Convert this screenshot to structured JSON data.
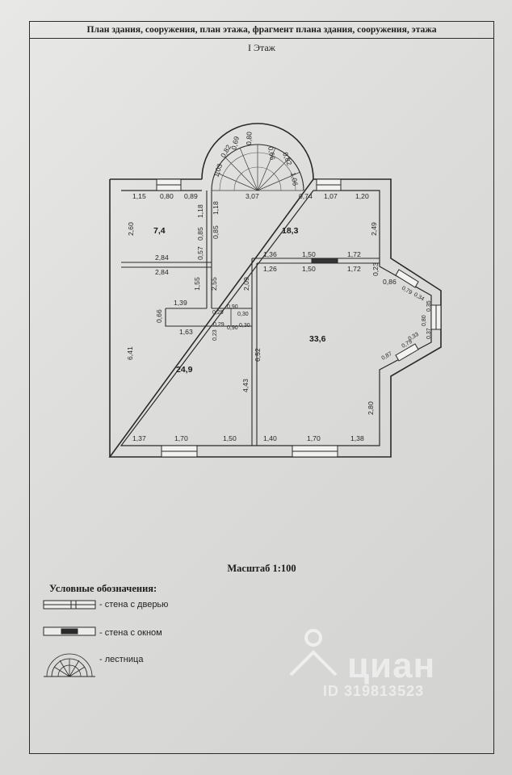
{
  "document": {
    "header": "План здания, сооружения, план этажа, фрагмент плана здания, сооружения, этажа",
    "floor": "I Этаж",
    "scale": "Масштаб 1:100"
  },
  "rooms": [
    {
      "id": "room-a",
      "area": "7,4"
    },
    {
      "id": "room-b",
      "area": "18,3"
    },
    {
      "id": "room-c",
      "area": "24,9"
    },
    {
      "id": "room-d",
      "area": "33,6"
    }
  ],
  "dimensions": {
    "top_left": [
      "1,15",
      "0,80",
      "0,89"
    ],
    "left_small_height": "2,60",
    "small_room_bottom": "2,84",
    "small_room_right": [
      "0,57",
      "0,85",
      "1,18"
    ],
    "hall_left": [
      "0,85",
      "1,18"
    ],
    "stair_arc": [
      "1,03",
      "0,82",
      "0,69",
      "0,80",
      "0,66",
      "0,82",
      "1,06"
    ],
    "top_mid": "3,07",
    "top_right": [
      "0,74",
      "1,07",
      "1,20"
    ],
    "right_hall_height": "2,49",
    "mid_wall_top": [
      "1,36",
      "1,50",
      "1,72"
    ],
    "mid_wall_bottom": [
      "1,26",
      "1,50",
      "1,72"
    ],
    "room_c_top": "2,84",
    "room_c_inner": [
      "1,55",
      "2,55",
      "2,09",
      "1,39",
      "0,66",
      "1,63"
    ],
    "corridor": [
      "0,29",
      "0,90",
      "0,30",
      "0,23",
      "0,29",
      "0,90",
      "0,30"
    ],
    "room_c_left": "6,41",
    "room_c_right": [
      "6,52",
      "4,43"
    ],
    "bay": [
      "0,23",
      "0,86",
      "0,79",
      "0,34",
      "0,35",
      "0,80",
      "0,37",
      "0,33",
      "0,79",
      "0,87"
    ],
    "room_d_right": "2,80",
    "bottom_left": [
      "1,37",
      "1,70",
      "1,50"
    ],
    "bottom_right": [
      "1,40",
      "1,70",
      "1,38"
    ]
  },
  "legend": {
    "title": "Условные обозначения:",
    "items": [
      {
        "symbol": "door-wall",
        "label": "- стена с дверью"
      },
      {
        "symbol": "window-wall",
        "label": "- стена с окном"
      },
      {
        "symbol": "stairs",
        "label": "- лестница"
      }
    ]
  },
  "watermark": {
    "brand": "циан",
    "id_text": "ID 319813523",
    "color": "#ffffff"
  }
}
